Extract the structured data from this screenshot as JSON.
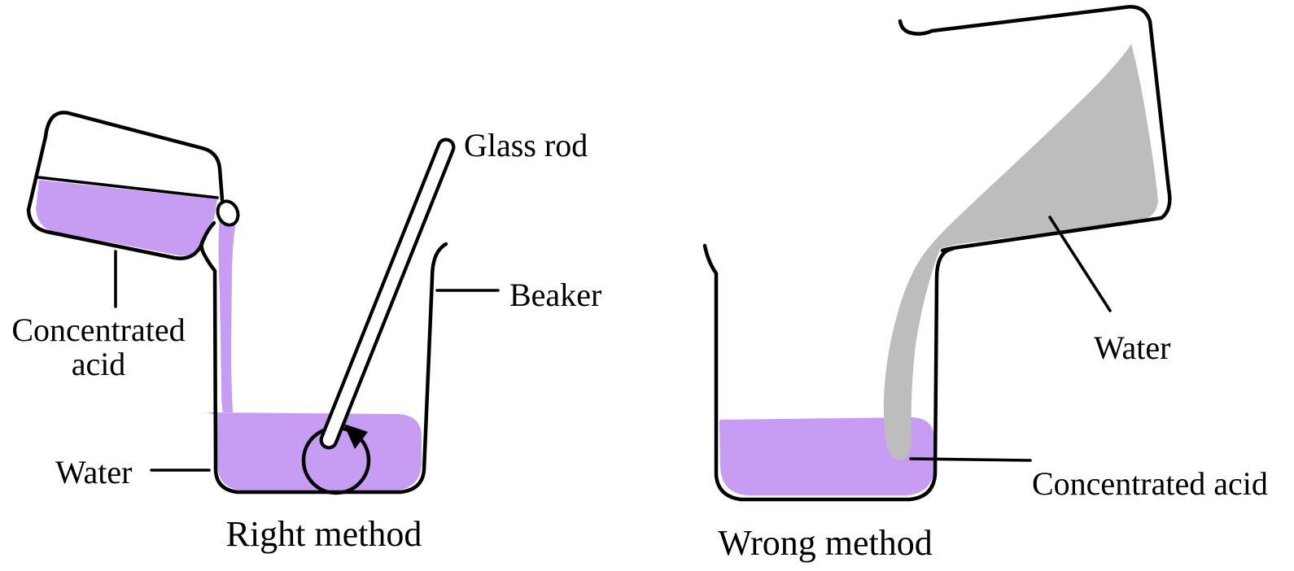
{
  "diagram": {
    "left": {
      "caption": "Right method",
      "labels": {
        "concentrated_acid_line1": "Concentrated",
        "concentrated_acid_line2": "acid",
        "glass_rod": "Glass rod",
        "beaker": "Beaker",
        "water": "Water"
      }
    },
    "right": {
      "caption": "Wrong method",
      "labels": {
        "water": "Water",
        "concentrated_acid": "Concentrated acid"
      }
    },
    "colors": {
      "acid": "#C69DF2",
      "water_gray": "#BDBDBD",
      "outline": "#000000",
      "background": "#FFFFFF"
    }
  }
}
